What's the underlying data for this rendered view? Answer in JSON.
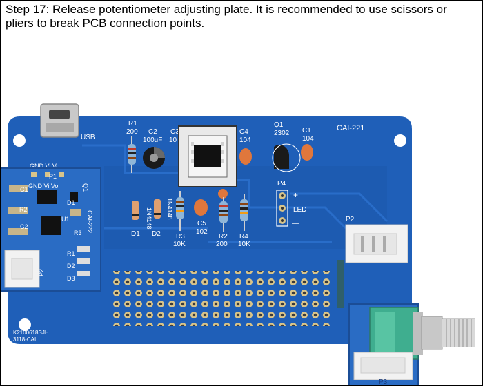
{
  "caption": "Step 17: Release potentiometer adjusting plate. It is recommended to use scissors or pliers to break PCB connection points.",
  "colors": {
    "pcb": "#1f5fb8",
    "pcb_dark": "#174c99",
    "silk": "#ffffff",
    "pad": "#d8c48a",
    "connector": "#f2f2f2",
    "knob_green": "#3fae8f"
  },
  "board_labels": {
    "usb": "USB",
    "model": "CAI-221",
    "r1": "R1",
    "r1_val": "200",
    "c2": "C2",
    "c2_val": "100uF",
    "c3": "C3",
    "c3_val": "10",
    "c4": "C4",
    "c4_val": "104",
    "q1": "Q1",
    "q1_val": "2302",
    "c1": "C1",
    "c1_val": "104",
    "p4": "P4",
    "plus": "+",
    "led": "LED",
    "minus": "—",
    "p2": "P2",
    "d1": "D1",
    "d1_val": "1N4148",
    "d2": "D2",
    "d2_val": "1N4148",
    "r3": "R3",
    "r3_val": "10K",
    "c5": "C5",
    "c5_val": "102",
    "r2": "R2",
    "r2_val": "200",
    "r4": "R4",
    "r4_val": "10K",
    "gnd_vi_vo": "GND  Vi   Vo",
    "code1": "K2100618SJH",
    "code2": "3118-CAI"
  },
  "module_labels": {
    "p1": "P1",
    "gnd_vi_vo": "GND  Vi   Vo",
    "c1": "C1",
    "d1": "D1",
    "q1": "Q1",
    "r2": "R2",
    "c2": "C2",
    "u1": "U1",
    "r3": "R3",
    "model": "CAI-222",
    "r1": "R1",
    "d2": "D2",
    "d3": "D3",
    "p2": "P2"
  },
  "pot_labels": {
    "p3": "P3"
  }
}
